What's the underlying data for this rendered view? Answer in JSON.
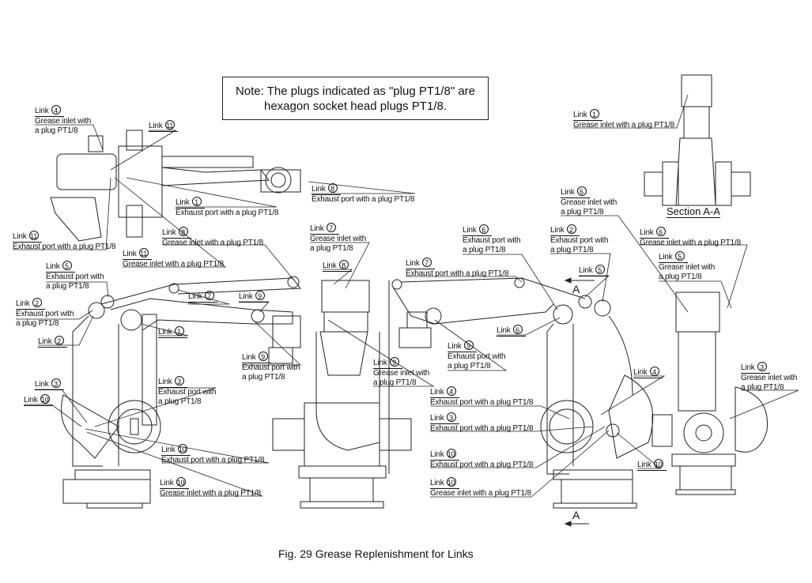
{
  "note": {
    "line1": "Note: The plugs indicated as \"plug PT1/8\" are",
    "line2": "hexagon socket head plugs PT1/8."
  },
  "caption": "Fig. 29  Grease Replenishment for Links",
  "section_title": "Section A-A",
  "section_marker": "A",
  "labels": [
    {
      "id": "top-link4-grease",
      "link": "Link",
      "num": "4",
      "desc": [
        "Grease inlet with",
        "a plug PT1/8"
      ]
    },
    {
      "id": "top-link11",
      "link": "Link",
      "num": "11",
      "desc": []
    },
    {
      "id": "top-link1-exhaust",
      "link": "Link",
      "num": "1",
      "desc": [
        "Exhaust port with a plug PT1/8"
      ]
    },
    {
      "id": "top-link8-exhaust",
      "link": "Link",
      "num": "8",
      "desc": [
        "Exhaust port with a plug PT1/8"
      ]
    },
    {
      "id": "top-link11-exhaust",
      "link": "Link",
      "num": "11",
      "desc": [
        "Exhaust port with a plug PT1/8"
      ]
    },
    {
      "id": "top-link11-grease",
      "link": "Link",
      "num": "11",
      "desc": [
        "Grease inlet with a plug PT1/8"
      ]
    },
    {
      "id": "left-link8-grease",
      "link": "Link",
      "num": "8",
      "desc": [
        "Grease inlet with a plug PT1/8"
      ]
    },
    {
      "id": "left-link5-exhaust",
      "link": "Link",
      "num": "5",
      "desc": [
        "Exhaust port with",
        "a plug PT1/8"
      ]
    },
    {
      "id": "left-link2-exhaust",
      "link": "Link",
      "num": "2",
      "desc": [
        "Exhaust port with",
        "a plug PT1/8"
      ]
    },
    {
      "id": "left-link2",
      "link": "Link",
      "num": "2",
      "desc": []
    },
    {
      "id": "left-link7",
      "link": "Link",
      "num": "7",
      "desc": []
    },
    {
      "id": "left-link9",
      "link": "Link",
      "num": "9",
      "desc": []
    },
    {
      "id": "left-link1",
      "link": "Link",
      "num": "1",
      "desc": []
    },
    {
      "id": "left-link9-exhaust",
      "link": "Link",
      "num": "9",
      "desc": [
        "Exhaust port with",
        "a plug PT1/8"
      ]
    },
    {
      "id": "left-link3",
      "link": "Link",
      "num": "3",
      "desc": []
    },
    {
      "id": "left-link10",
      "link": "Link",
      "num": "10",
      "desc": []
    },
    {
      "id": "left-link3-exhaust",
      "link": "Link",
      "num": "3",
      "desc": [
        "Exhaust port with",
        "a plug PT1/8"
      ]
    },
    {
      "id": "left-link10-exhaust",
      "link": "Link",
      "num": "10",
      "desc": [
        "Exhaust port with a plug PT1/8"
      ]
    },
    {
      "id": "left-link10-grease",
      "link": "Link",
      "num": "10",
      "desc": [
        "Grease inlet with a plug PT1/8"
      ]
    },
    {
      "id": "front-link7-grease",
      "link": "Link",
      "num": "7",
      "desc": [
        "Grease inlet with",
        "a plug PT1/8"
      ]
    },
    {
      "id": "front-link8",
      "link": "Link",
      "num": "8",
      "desc": []
    },
    {
      "id": "front-link9-grease",
      "link": "Link",
      "num": "9",
      "desc": [
        "Grease inlet with",
        "a plug PT1/8"
      ]
    },
    {
      "id": "right-link7-exhaust",
      "link": "Link",
      "num": "7",
      "desc": [
        "Exhaust port with a plug PT1/8"
      ]
    },
    {
      "id": "right-link6-exhaust",
      "link": "Link",
      "num": "6",
      "desc": [
        "Exhaust port with",
        "a plug PT1/8"
      ]
    },
    {
      "id": "right-link2-exhaust",
      "link": "Link",
      "num": "2",
      "desc": [
        "Exhaust port with",
        "a plug PT1/8"
      ]
    },
    {
      "id": "right-link5",
      "link": "Link",
      "num": "5",
      "desc": []
    },
    {
      "id": "right-link6",
      "link": "Link",
      "num": "6",
      "desc": []
    },
    {
      "id": "right-link9-exhaust",
      "link": "Link",
      "num": "9",
      "desc": [
        "Exhaust port with",
        "a plug PT1/8"
      ]
    },
    {
      "id": "right-link4-exhaust",
      "link": "Link",
      "num": "4",
      "desc": [
        "Exhaust port with a plug PT1/8"
      ]
    },
    {
      "id": "right-link3-exhaust",
      "link": "Link",
      "num": "3",
      "desc": [
        "Exhaust port with a plug PT1/8"
      ]
    },
    {
      "id": "right-link10-exhaust",
      "link": "Link",
      "num": "10",
      "desc": [
        "Exhaust port with a plug PT1/8"
      ]
    },
    {
      "id": "right-link10-grease",
      "link": "Link",
      "num": "10",
      "desc": [
        "Grease inlet with a plug PT1/8"
      ]
    },
    {
      "id": "right-link4",
      "link": "Link",
      "num": "4",
      "desc": []
    },
    {
      "id": "right-link10",
      "link": "Link",
      "num": "10",
      "desc": []
    },
    {
      "id": "section-link1-grease",
      "link": "Link",
      "num": "1",
      "desc": [
        "Grease inlet with a plug PT1/8"
      ]
    },
    {
      "id": "back-link6-grease-a",
      "link": "Link",
      "num": "6",
      "desc": [
        "Grease inlet with",
        "a plug PT1/8"
      ]
    },
    {
      "id": "back-link6-grease-b",
      "link": "Link",
      "num": "6",
      "desc": [
        "Grease inlet with a plug PT1/8"
      ]
    },
    {
      "id": "back-link5-grease",
      "link": "Link",
      "num": "5",
      "desc": [
        "Grease inlet with",
        "a plug PT1/8"
      ]
    },
    {
      "id": "back-link3-grease",
      "link": "Link",
      "num": "3",
      "desc": [
        "Grease inlet with",
        "a plug PT1/8"
      ]
    }
  ]
}
